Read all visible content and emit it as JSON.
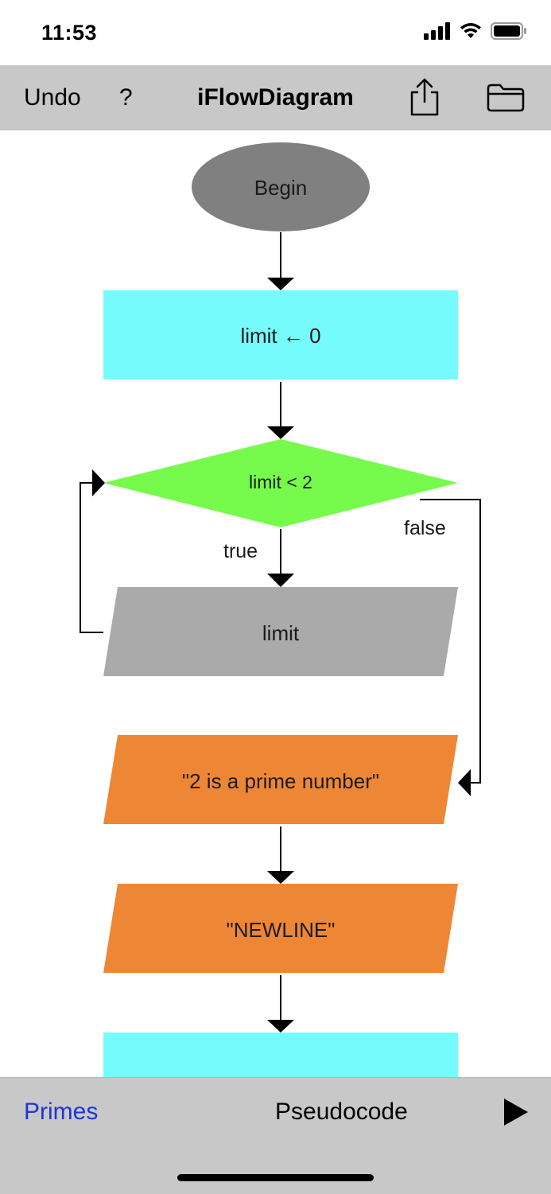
{
  "status_bar": {
    "time": "11:53"
  },
  "nav": {
    "undo_label": "Undo",
    "help_label": "?",
    "title": "iFlowDiagram"
  },
  "flowchart": {
    "nodes": {
      "begin": "Begin",
      "assign_limit": "limit ← 0",
      "decision": "limit < 2",
      "input_limit": "limit",
      "output_prime": "\"2 is a prime number\"",
      "output_newline": "\"NEWLINE\""
    },
    "edges": {
      "true_label": "true",
      "false_label": "false"
    },
    "colors": {
      "terminal": "#808080",
      "process": "#76fbfd",
      "decision": "#76fb4c",
      "input": "#aaaaaa",
      "output": "#ee8735"
    }
  },
  "bottom_bar": {
    "project_label": "Primes",
    "pseudocode_label": "Pseudocode"
  }
}
